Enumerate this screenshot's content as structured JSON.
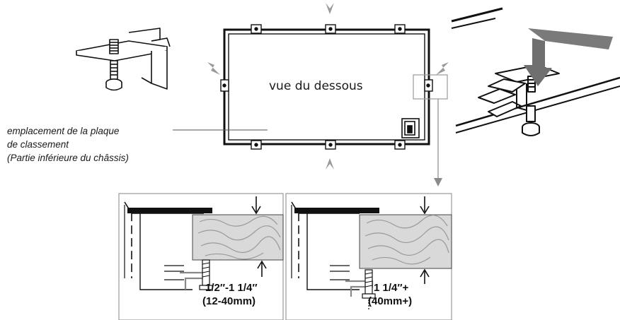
{
  "frame_view": {
    "label": "vue du dessous"
  },
  "label_block": {
    "line1": "emplacement de la plaque",
    "line2": "de classement",
    "line3": "(Partie inférieure du châssis)"
  },
  "panel_left": {
    "range_line1": "1/2″-1 1/4″",
    "range_line2": "(12-40mm)"
  },
  "panel_right": {
    "range_line1": "1 1/4″+",
    "range_line2": "(40mm+)"
  },
  "colors": {
    "line": "#111111",
    "gray_arrow": "#8a8a8a",
    "wood": "#d9d9d9",
    "panel_border": "#9a9a9a"
  }
}
